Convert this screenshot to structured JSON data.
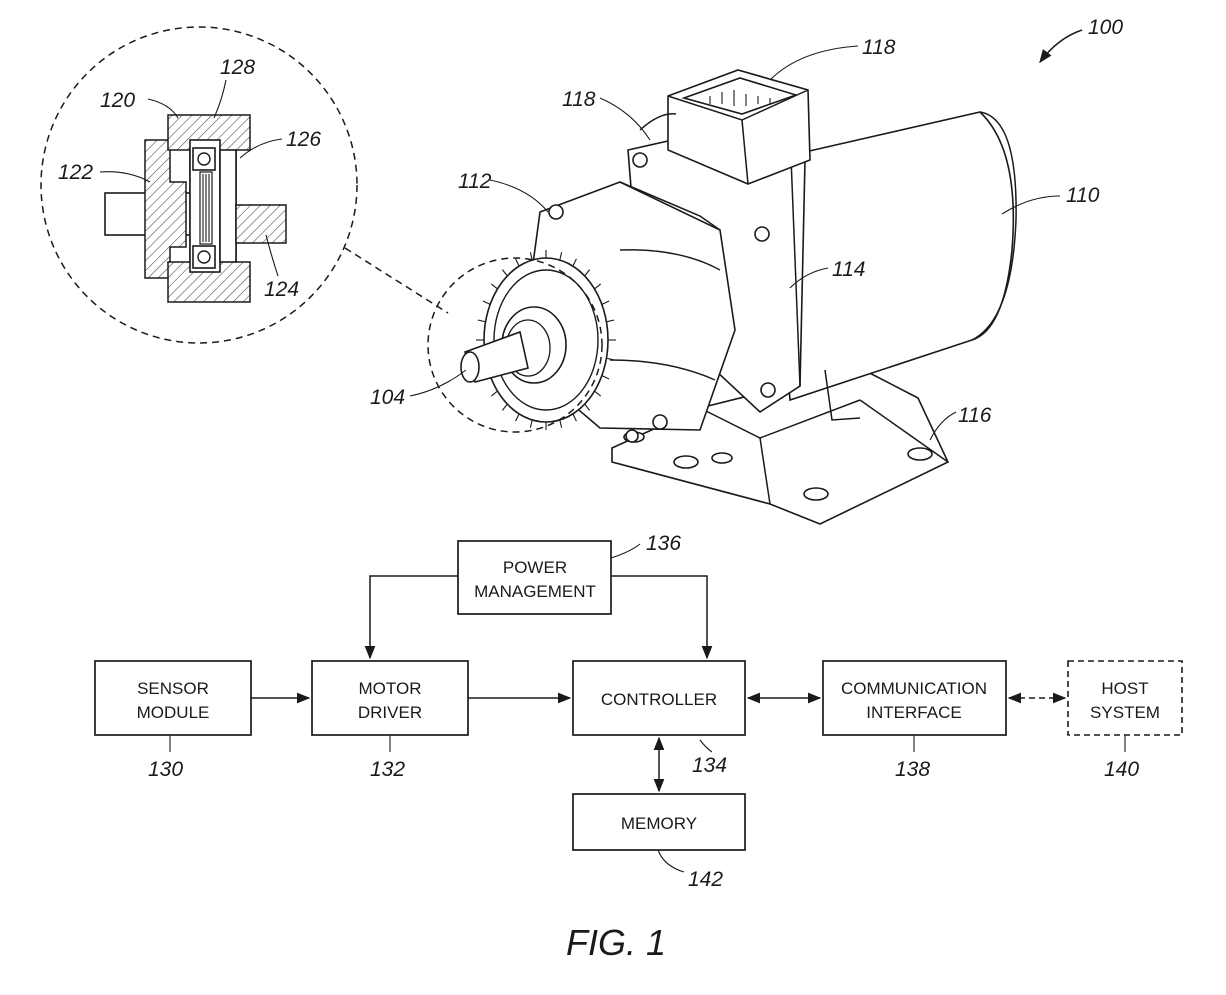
{
  "figure": {
    "caption": "FIG. 1",
    "overall_ref": "100"
  },
  "drawing_refs": {
    "r110": "110",
    "r112": "112",
    "r114": "114",
    "r116": "116",
    "r118a": "118",
    "r118b": "118",
    "r104": "104"
  },
  "detail_view": {
    "r120": "120",
    "r122": "122",
    "r124": "124",
    "r126": "126",
    "r128": "128"
  },
  "blocks": {
    "power": {
      "line1": "POWER",
      "line2": "MANAGEMENT",
      "ref": "136"
    },
    "sensor": {
      "line1": "SENSOR",
      "line2": "MODULE",
      "ref": "130"
    },
    "driver": {
      "line1": "MOTOR",
      "line2": "DRIVER",
      "ref": "132"
    },
    "controller": {
      "line1": "CONTROLLER",
      "ref": "134"
    },
    "comm": {
      "line1": "COMMUNICATION",
      "line2": "INTERFACE",
      "ref": "138"
    },
    "host": {
      "line1": "HOST",
      "line2": "SYSTEM",
      "ref": "140"
    },
    "memory": {
      "line1": "MEMORY",
      "ref": "142"
    }
  }
}
